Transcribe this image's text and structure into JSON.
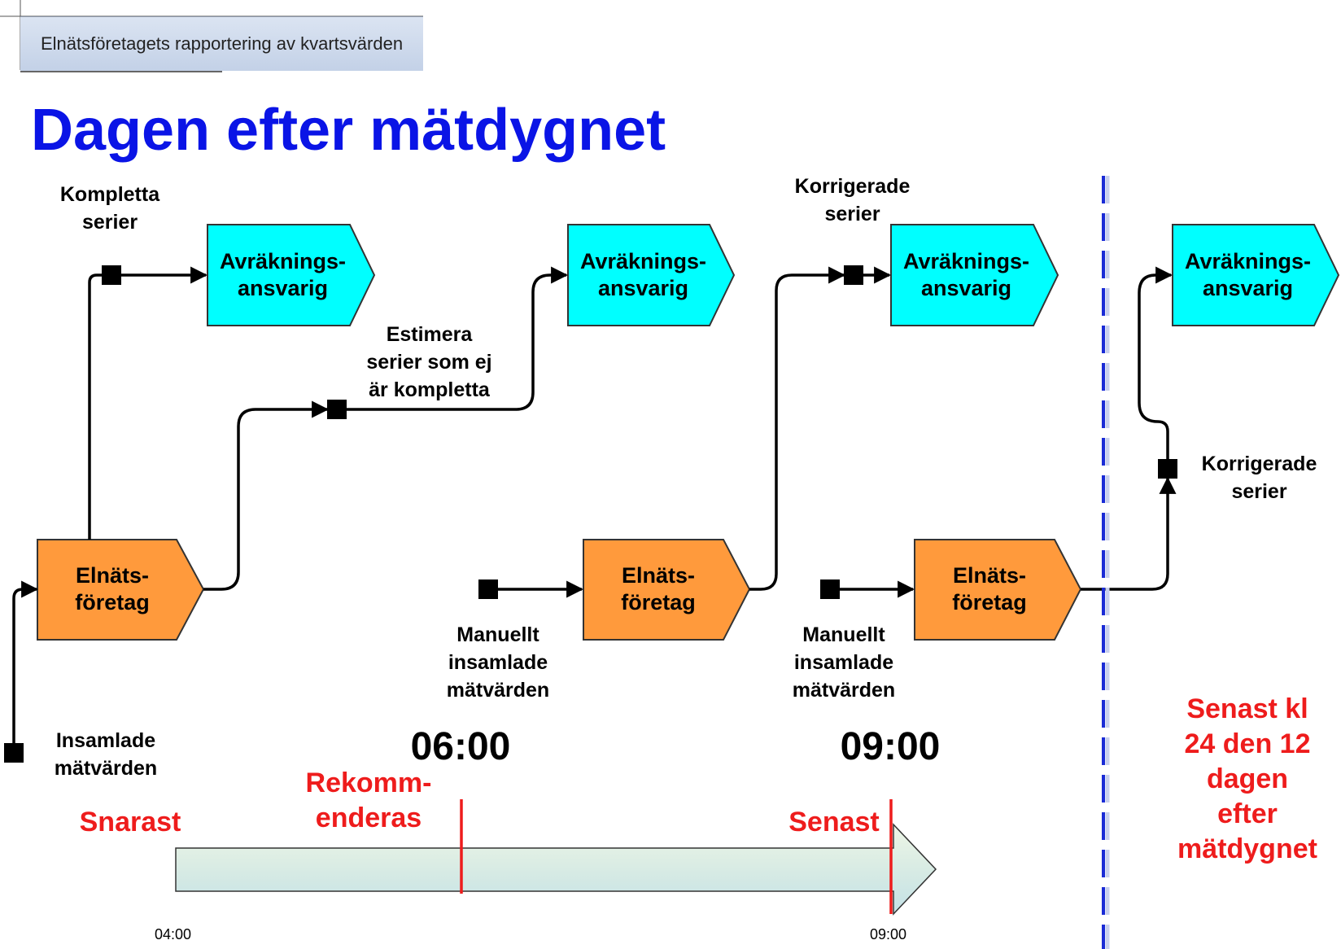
{
  "header": {
    "text": "Elnätsföretagets rapportering av kvartsvärden"
  },
  "title": "Dagen efter mätdygnet",
  "boxes": {
    "avr1": "Avräknings-\nansvarig",
    "avr2": "Avräknings-\nansvarig",
    "avr3": "Avräknings-\nansvarig",
    "avr4": "Avräknings-\nansvarig",
    "eln1": "Elnäts-\nföretag",
    "eln2": "Elnäts-\nföretag",
    "eln3": "Elnäts-\nföretag"
  },
  "labels": {
    "kompletta": "Kompletta\nserier",
    "estimera": "Estimera\nserier som ej\när kompletta",
    "korrigerade_top": "Korrigerade\nserier",
    "korrigerade_right": "Korrigerade\nserier",
    "insamlade": "Insamlade\nmätvärden",
    "manuellt1": "Manuellt\ninsamlade\nmätvärden",
    "manuellt2": "Manuellt\ninsamlade\nmätvärden"
  },
  "times": {
    "t1": "06:00",
    "t2": "09:00"
  },
  "red_labels": {
    "snarast": "Snarast",
    "rekommenderas": "Rekomm-\nenderas",
    "senast": "Senast",
    "deadline": "Senast kl\n24 den 12\ndagen\nefter\nmätdygnet"
  },
  "axis": {
    "start": "04:00",
    "end": "09:00"
  },
  "colors": {
    "title": "#0a14e6",
    "avrakning_fill": "#00ffff",
    "elnat_fill": "#ff9a3c",
    "highlight_red": "#ee1c1c",
    "divider_blue": "#1a2bd6"
  }
}
